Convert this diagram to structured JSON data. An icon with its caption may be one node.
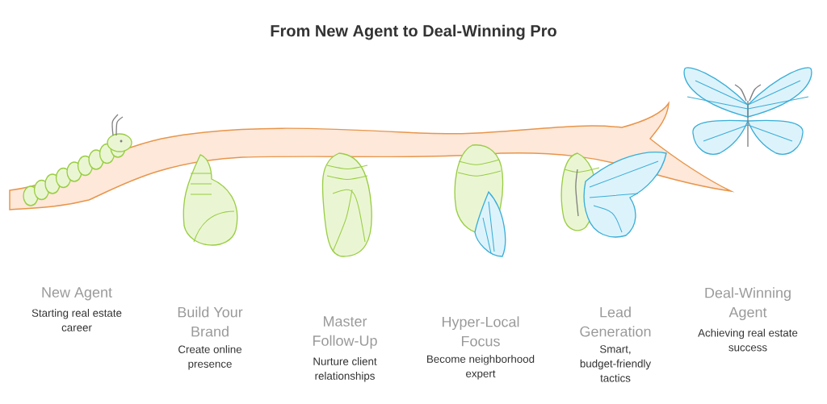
{
  "diagram": {
    "title": "From New Agent to Deal-Winning Pro",
    "nodes": [
      {
        "text": [
          "New Agent",
          "Starting real estate career"
        ]
      },
      {
        "text": [
          "Build Your Brand",
          "Create online presence"
        ]
      },
      {
        "text": [
          "Master Follow-Up",
          "Nurture client relationships"
        ]
      },
      {
        "text": [
          "Hyper-Local Focus",
          "Become neighborhood expert"
        ]
      },
      {
        "text": [
          "Lead Generation",
          "Smart, budget-friendly tactics"
        ]
      },
      {
        "text": [
          "Deal-Winning Agent",
          "Achieving real estate success"
        ]
      }
    ]
  }
}
